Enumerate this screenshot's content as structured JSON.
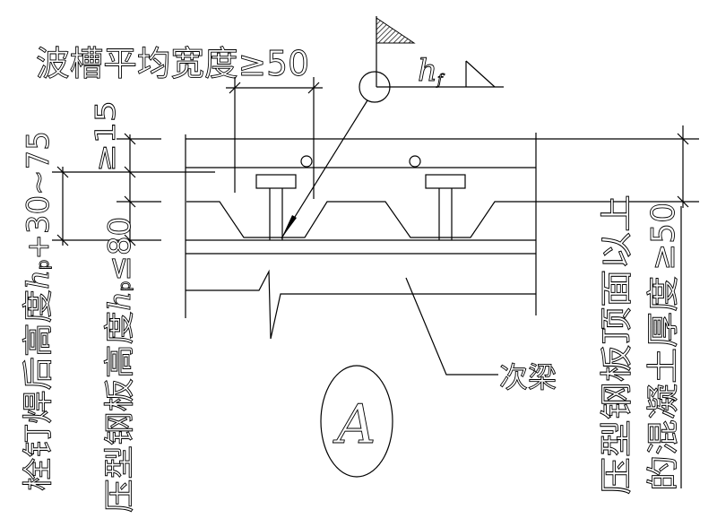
{
  "title": "波槽平均宽度≥50",
  "weld_symbol": {
    "label": "h",
    "subscript": "f"
  },
  "dims": {
    "top_cover": "≥15",
    "stud_height": "栓钉焊后高度",
    "stud_height_var": "h",
    "stud_height_sub": "p",
    "stud_height_value": "+30~75",
    "deck_height": "压型钢板高度",
    "deck_height_var": "h",
    "deck_height_sub": "p",
    "deck_height_value": "≤80",
    "concrete_line1": "压型钢板顶面以上",
    "concrete_line2": "的混凝土厚度",
    "concrete_value": "≥50"
  },
  "beam_label": "次梁",
  "detail_label": "A",
  "colors": {
    "line": "#000000",
    "background": "#ffffff"
  }
}
